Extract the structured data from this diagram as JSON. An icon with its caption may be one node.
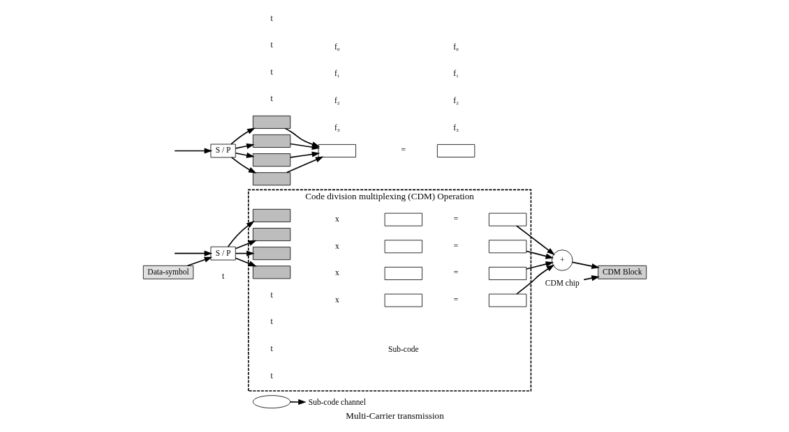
{
  "diagram": {
    "caption": "Multi-Carrier transmission",
    "nodes": [
      {
        "text": [
          "Data-symbol"
        ]
      },
      {
        "text": [
          "S / P"
        ]
      },
      {
        "text": [
          "Code division multiplexing (CDM) Operation"
        ]
      },
      {
        "text": [],
        "shape": "ellipse"
      },
      {
        "text": [
          "Sub-code channel"
        ]
      },
      {
        "text": [],
        "shape": "bar",
        "in": 2
      },
      {
        "text": [],
        "shape": "bar",
        "in": 2
      },
      {
        "text": [],
        "shape": "bar",
        "in": 2
      },
      {
        "text": [],
        "shape": "bar",
        "in": 2
      },
      {
        "text": [],
        "shape": "box",
        "in": 2
      },
      {
        "text": [],
        "shape": "box",
        "in": 2
      },
      {
        "text": [],
        "shape": "box",
        "in": 2
      },
      {
        "text": [],
        "shape": "box",
        "in": 2
      },
      {
        "text": [],
        "shape": "box",
        "in": 2
      },
      {
        "text": [],
        "shape": "box",
        "in": 2
      },
      {
        "text": [],
        "shape": "box",
        "in": 2
      },
      {
        "text": [],
        "shape": "box",
        "in": 2
      },
      {
        "text": [
          "+"
        ]
      },
      {
        "text": [
          "CDM Block"
        ]
      },
      {
        "text": [
          "CDM chip"
        ]
      },
      {
        "text": [
          "S / P"
        ]
      },
      {
        "text": [],
        "shape": "bar"
      },
      {
        "text": [],
        "shape": "bar"
      },
      {
        "text": [],
        "shape": "bar"
      },
      {
        "text": [],
        "shape": "bar"
      },
      {
        "text": [],
        "shape": "box"
      },
      {
        "text": [],
        "shape": "box"
      }
    ],
    "edges": [
      {
        "from": 0,
        "to": 1,
        "arrow": "to"
      },
      {
        "from": null,
        "to": 1,
        "arrow": "to"
      },
      {
        "from": 1,
        "to": 5,
        "arrow": "to"
      },
      {
        "from": 1,
        "to": 6,
        "arrow": "to"
      },
      {
        "from": 1,
        "to": 7,
        "arrow": "to"
      },
      {
        "from": 1,
        "to": 8,
        "arrow": "to"
      },
      {
        "from": 3,
        "to": 4,
        "arrow": "to"
      },
      {
        "from": 13,
        "to": 17,
        "arrow": "to"
      },
      {
        "from": 14,
        "to": 17,
        "arrow": "to"
      },
      {
        "from": 15,
        "to": 17,
        "arrow": "to"
      },
      {
        "from": 16,
        "to": 17,
        "arrow": "to"
      },
      {
        "from": 17,
        "to": 18,
        "arrow": "to"
      },
      {
        "from": 19,
        "to": 18,
        "arrow": "to"
      },
      {
        "from": null,
        "to": 20,
        "arrow": "to"
      },
      {
        "from": 20,
        "to": 21,
        "arrow": "to"
      },
      {
        "from": 20,
        "to": 22,
        "arrow": "to"
      },
      {
        "from": 20,
        "to": 23,
        "arrow": "to"
      },
      {
        "from": 20,
        "to": 24,
        "arrow": "to"
      },
      {
        "from": 21,
        "to": 25,
        "arrow": "to"
      },
      {
        "from": 22,
        "to": 25,
        "arrow": "to"
      },
      {
        "from": 23,
        "to": 25,
        "arrow": "to"
      },
      {
        "from": 24,
        "to": 25,
        "arrow": "to"
      }
    ],
    "labels": [
      "Sub-code",
      "t",
      "x",
      "=",
      "t",
      "x",
      "=",
      "t",
      "x",
      "=",
      "t",
      "x",
      "=",
      "t",
      "t",
      "t",
      "t",
      "t",
      "f₃",
      "f₂",
      "f₁",
      "f₀",
      "=",
      "f₃",
      "f₂",
      "f₁",
      "f₀"
    ]
  }
}
